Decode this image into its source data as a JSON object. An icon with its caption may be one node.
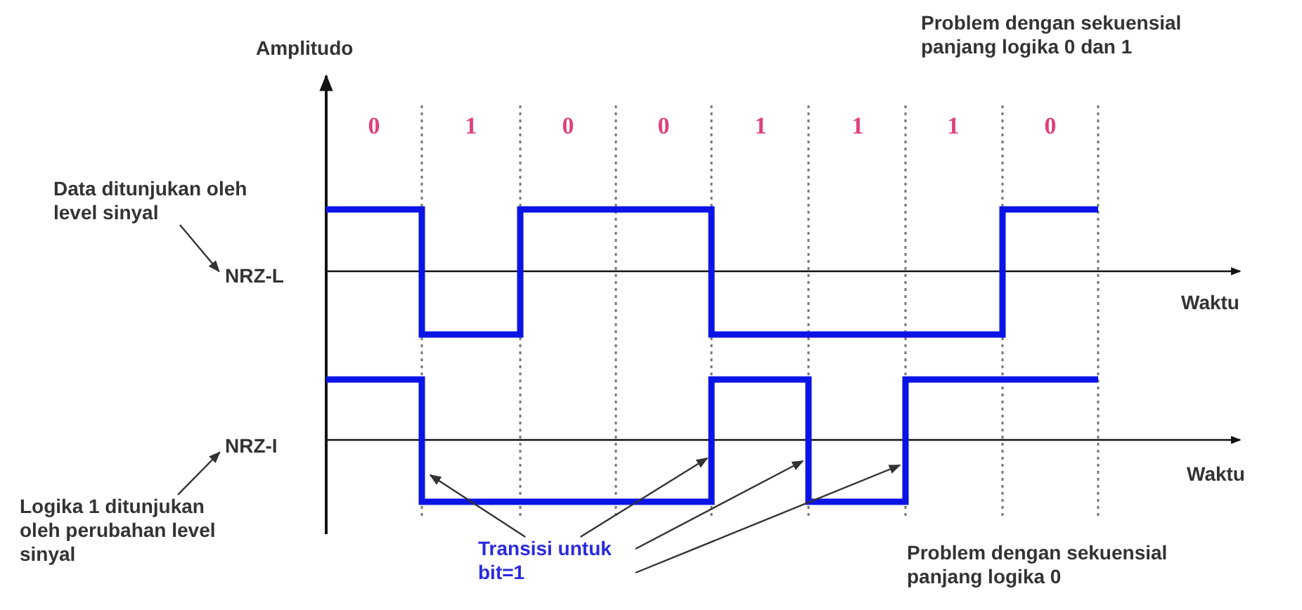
{
  "diagram": {
    "nodes": [
      {
        "text": [
          "Data ditunjukan oleh level sinyal"
        ]
      },
      {
        "text": [
          "NRZ-L"
        ]
      },
      {
        "text": [
          "Logika 1 ditunjukan oleh perubahan level sinyal"
        ]
      },
      {
        "text": [
          "NRZ-I"
        ]
      },
      {
        "text": [
          "Transisi untuk bit=1"
        ]
      }
    ],
    "edges": [
      {
        "from": 0,
        "to": 1,
        "arrow": "to"
      },
      {
        "from": 2,
        "to": 3,
        "arrow": "to"
      },
      {
        "from": 4,
        "to": null,
        "arrow": "to"
      },
      {
        "from": 4,
        "to": null,
        "arrow": "to"
      },
      {
        "from": 4,
        "to": null,
        "arrow": "to"
      },
      {
        "from": 4,
        "to": null,
        "arrow": "to"
      }
    ],
    "labels": [
      "Amplitudo",
      "Problem dengan sekuensial panjang logika 0 dan 1",
      "0",
      "1",
      "0",
      "0",
      "1",
      "1",
      "1",
      "0",
      "Waktu",
      "Waktu",
      "Problem dengan sekuensial panjang logika 0"
    ]
  }
}
